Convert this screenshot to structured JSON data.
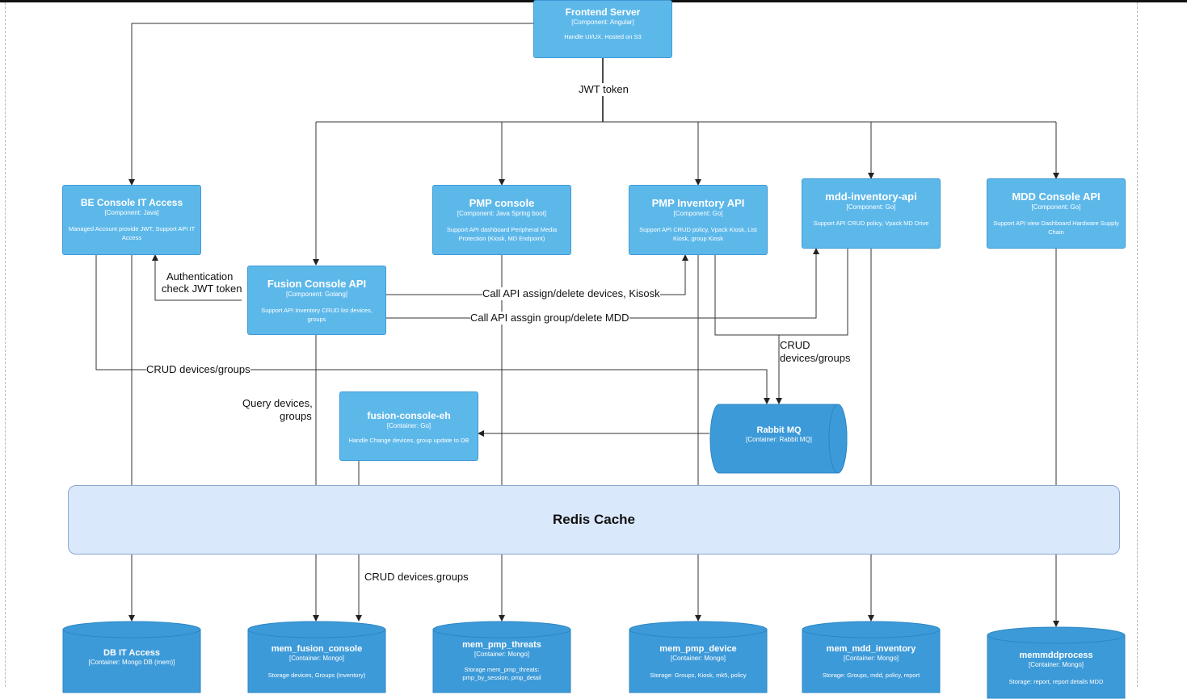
{
  "frontend": {
    "title": "Frontend Server",
    "subtitle": "[Component: Angular]",
    "desc": "Handle UI/UX. Hosted on S3"
  },
  "be_console": {
    "title": "BE Console IT Access",
    "subtitle": "[Component: Java]",
    "desc": "Managed Account provide JWT, Support API IT Access"
  },
  "pmp_console": {
    "title": "PMP console",
    "subtitle": "[Component: Java Spring boot]",
    "desc": "Support API dashboard Peripheral Media Protection (Kiosk, MD Endpoint)"
  },
  "pmp_inventory": {
    "title": "PMP Inventory API",
    "subtitle": "[Component: Go]",
    "desc": "Support API CRUD policy, Vpack Kiosk, List Kiosk, group Kiosk"
  },
  "mdd_inventory_api": {
    "title": "mdd-inventory-api",
    "subtitle": "[Component: Go]",
    "desc": "Support API CRUD policy, Vpack MD Drive"
  },
  "mdd_console": {
    "title": "MDD Console API",
    "subtitle": "[Component: Go]",
    "desc": "Support API view Dashboard Hardware Supply Chain"
  },
  "fusion_api": {
    "title": "Fusion Console API",
    "subtitle": "[Component: Golang]",
    "desc": "Support API Inventory CRUD list devices, groups"
  },
  "fusion_eh": {
    "title": "fusion-console-eh",
    "subtitle": "[Container: Go]",
    "desc": "Handle Change devices, group update to DB"
  },
  "rabbit": {
    "title": "Rabbit MQ",
    "subtitle": "[Container: Rabbit MQ]"
  },
  "redis": {
    "title": "Redis Cache"
  },
  "dbs": {
    "db_it": {
      "title": "DB IT Access",
      "subtitle": "[Container: Mongo DB (mem)]",
      "desc": ""
    },
    "mem_fusion": {
      "title": "mem_fusion_console",
      "subtitle": "[Container: Mongo]",
      "desc": "Storage devices, Groups (Inventory)"
    },
    "mem_threats": {
      "title": "mem_pmp_threats",
      "subtitle": "[Container: Mongo]",
      "desc": "Storage mem_pmp_threats: pmp_by_session, pmp_detail"
    },
    "mem_device": {
      "title": "mem_pmp_device",
      "subtitle": "[Container: Mongo]",
      "desc": "Storage: Groups, Kiosk, mk5, policy"
    },
    "mem_mdd": {
      "title": "mem_mdd_inventory",
      "subtitle": "[Container: Mongo]",
      "desc": "Storage: Groups, mdd, policy, report"
    },
    "memmdd": {
      "title": "memmddprocess",
      "subtitle": "[Container: Mongo]",
      "desc": "Storage: report, report details MDD"
    }
  },
  "labels": {
    "jwt": "JWT token",
    "auth_line1": "Authentication",
    "auth_line2": "check JWT token",
    "call_kiosk": "Call API assign/delete devices, Kisosk",
    "call_mdd": "Call API assgin group/delete MDD",
    "crud_line1": "CRUD",
    "crud_line2": "devices/groups",
    "crud_dg": "CRUD devices/groups",
    "query_line1": "Query devices,",
    "query_line2": "groups",
    "crud_dot": "CRUD devices.groups"
  },
  "colors": {
    "box": "#5db8ea",
    "box_border": "#3d9ad8",
    "redis_fill": "#dae8fc",
    "db_fill": "#3d9ad8"
  }
}
